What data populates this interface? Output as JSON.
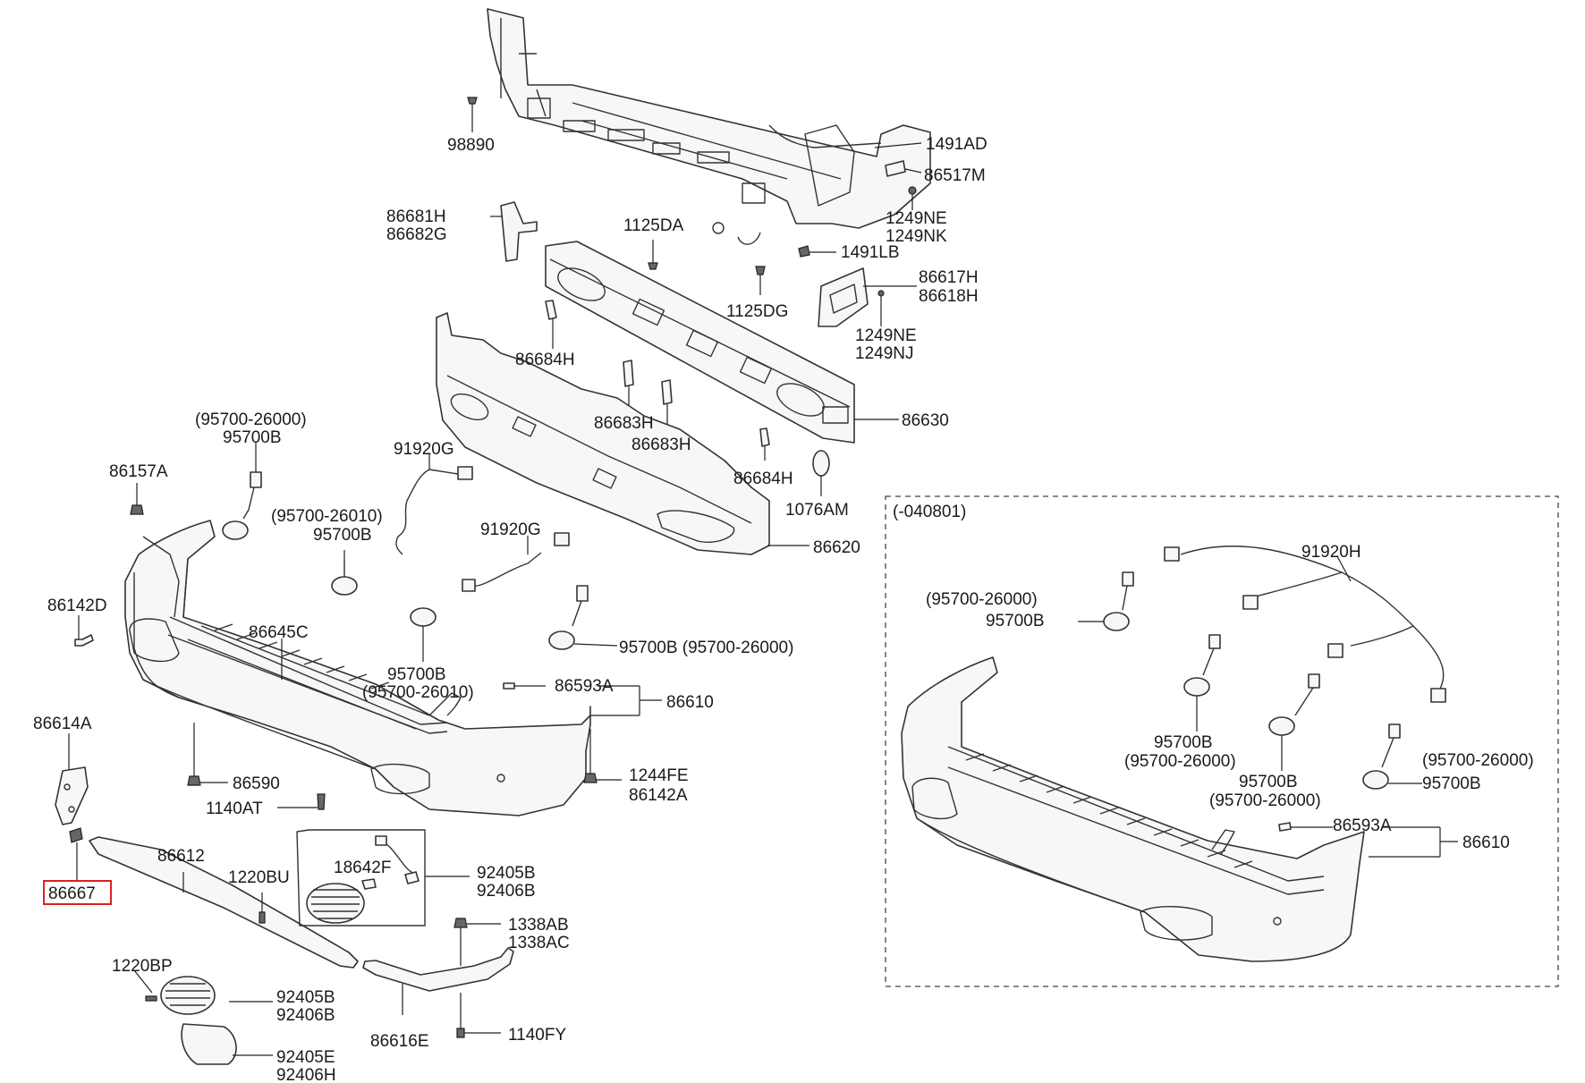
{
  "labels": {
    "l_98890": "98890",
    "l_1491AD": "1491AD",
    "l_86517M": "86517M",
    "l_1249NE_a": "1249NE",
    "l_1249NK": "1249NK",
    "l_86681H": "86681H",
    "l_86682G": "86682G",
    "l_1125DA": "1125DA",
    "l_1491LB": "1491LB",
    "l_1125DG": "1125DG",
    "l_86617H": "86617H",
    "l_86618H": "86618H",
    "l_1249NE_b": "1249NE",
    "l_1249NJ": "1249NJ",
    "l_86684H_a": "86684H",
    "l_86683H_a": "86683H",
    "l_86683H_b": "86683H",
    "l_86630": "86630",
    "l_86684H_b": "86684H",
    "l_1076AM": "1076AM",
    "l_86620": "86620",
    "l_95700_26000_a": "(95700-26000)",
    "l_95700B_a": "95700B",
    "l_86157A": "86157A",
    "l_91920G_a": "91920G",
    "l_95700_26010_a": "(95700-26010)",
    "l_95700B_b": "95700B",
    "l_91920G_b": "91920G",
    "l_86142D": "86142D",
    "l_86645C": "86645C",
    "l_95700B_c": "95700B (95700-26000)",
    "l_95700B_d": "95700B",
    "l_95700_26010_b": "(95700-26010)",
    "l_86593A_a": "86593A",
    "l_86610_a": "86610",
    "l_86614A": "86614A",
    "l_1244FE": "1244FE",
    "l_86142A": "86142A",
    "l_86590": "86590",
    "l_1140AT": "1140AT",
    "l_86612": "86612",
    "l_1220BU": "1220BU",
    "l_18642F": "18642F",
    "l_92405B_a": "92405B",
    "l_92406B_a": "92406B",
    "l_86667": "86667",
    "l_1338AB": "1338AB",
    "l_1338AC": "1338AC",
    "l_1220BP": "1220BP",
    "l_92405B_b": "92405B",
    "l_92406B_b": "92406B",
    "l_86616E": "86616E",
    "l_1140FY": "1140FY",
    "l_92405E": "92405E",
    "l_92406H": "92406H",
    "l_inset_code": "(-040801)",
    "l_91920H": "91920H",
    "l_95700_26000_b": "(95700-26000)",
    "l_95700B_e": "95700B",
    "l_95700B_f": "95700B",
    "l_95700_26000_c": "(95700-26000)",
    "l_95700B_g": "95700B",
    "l_95700_26000_d": "(95700-26000)",
    "l_95700_26000_e": "(95700-26000)",
    "l_95700B_h": "95700B",
    "l_86593A_b": "86593A",
    "l_86610_b": "86610"
  },
  "highlight_color": "#e02020",
  "highlighted_part": "86667"
}
